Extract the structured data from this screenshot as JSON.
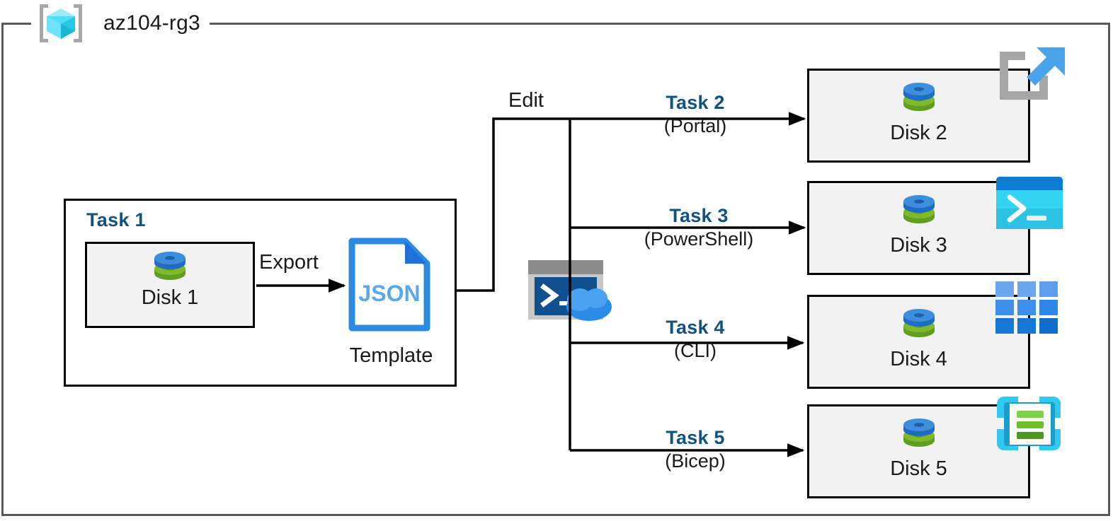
{
  "resource_group": {
    "name": "az104-rg3",
    "icon": "azure-resource-group-icon"
  },
  "task1": {
    "label": "Task 1",
    "disk": {
      "caption": "Disk 1",
      "icon": "managed-disk-icon"
    },
    "export_label": "Export",
    "template": {
      "file_label": "JSON",
      "caption": "Template",
      "icon": "json-file-icon"
    }
  },
  "edit_label": "Edit",
  "cloudshell": {
    "icon": "cloud-shell-icon"
  },
  "branches": [
    {
      "task": "Task 2",
      "tool": "(Portal)",
      "disk": "Disk 2",
      "badge_icon": "azure-portal-icon"
    },
    {
      "task": "Task 3",
      "tool": "(PowerShell)",
      "disk": "Disk 3",
      "badge_icon": "powershell-icon"
    },
    {
      "task": "Task 4",
      "tool": "(CLI)",
      "disk": "Disk 4",
      "badge_icon": "azure-cli-icon"
    },
    {
      "task": "Task 5",
      "tool": "(Bicep)",
      "disk": "Disk 5",
      "badge_icon": "bicep-icon"
    }
  ],
  "colors": {
    "task_label": "#12527f",
    "frame_border": "#595959",
    "box_border": "#000000",
    "box_fill": "#f2f2f2",
    "disk_blue": "#3e8ede",
    "disk_green": "#76bc21",
    "json_blue": "#2c8ae0",
    "cyan": "#32c8f0",
    "text": "#1a1a1a"
  }
}
